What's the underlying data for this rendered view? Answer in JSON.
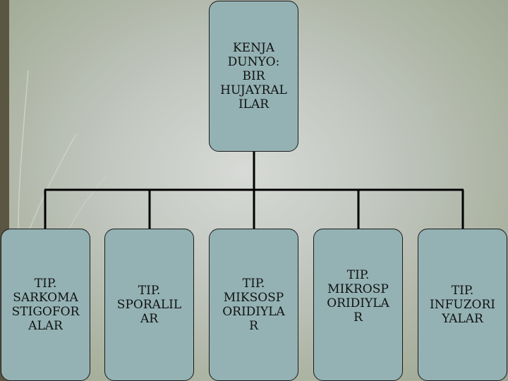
{
  "diagram": {
    "root": {
      "label": "KENJA\nDUNYO:\nBIR\nHUJAYRAL\nILAR"
    },
    "children": [
      {
        "label": "TIP.\nSARKOMA\nSTIGOFOR\nALAR"
      },
      {
        "label": "TIP.\nSPORALIL\nAR"
      },
      {
        "label": "TIP.\nMIKSOSP\nORIDIYLA\nR"
      },
      {
        "label": "TIP.\nMIKROSP\nORIDIYLA\nR"
      },
      {
        "label": "TIP.\nINFUZORI\nYALAR"
      }
    ]
  },
  "colors": {
    "node_fill": "#94b2b4",
    "border": "#1a1a1a",
    "left_bar": "#5b5641"
  }
}
